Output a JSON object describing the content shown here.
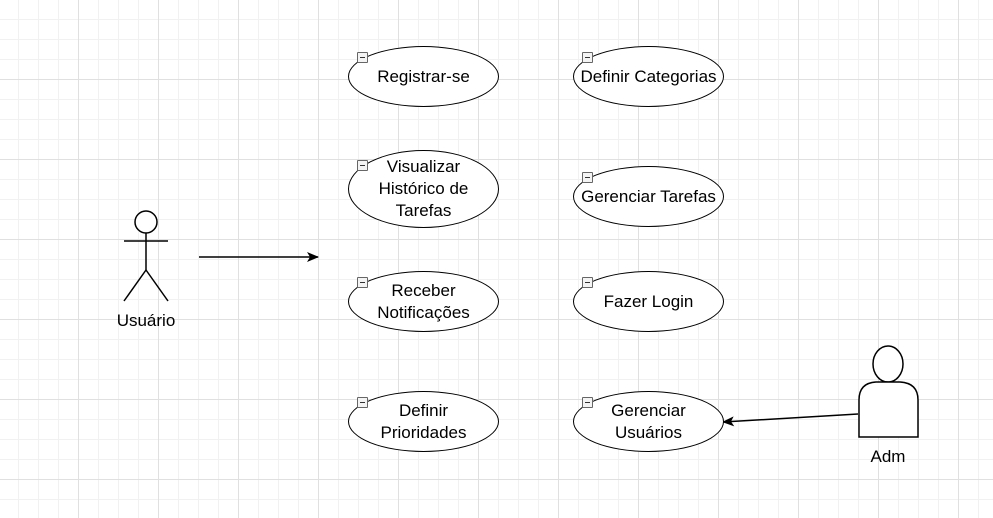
{
  "actors": {
    "usuario": {
      "label": "Usuário"
    },
    "adm": {
      "label": "Adm"
    }
  },
  "use_cases": {
    "registrar": "Registrar-se",
    "visualizar": "Visualizar\nHistórico de\nTarefas",
    "receber": "Receber\nNotificações",
    "prioridades": "Definir\nPrioridades",
    "categorias": "Definir Categorias",
    "gerenciar_tarefas": "Gerenciar Tarefas",
    "login": "Fazer Login",
    "gerenciar_usuarios": "Gerenciar\nUsuários"
  }
}
